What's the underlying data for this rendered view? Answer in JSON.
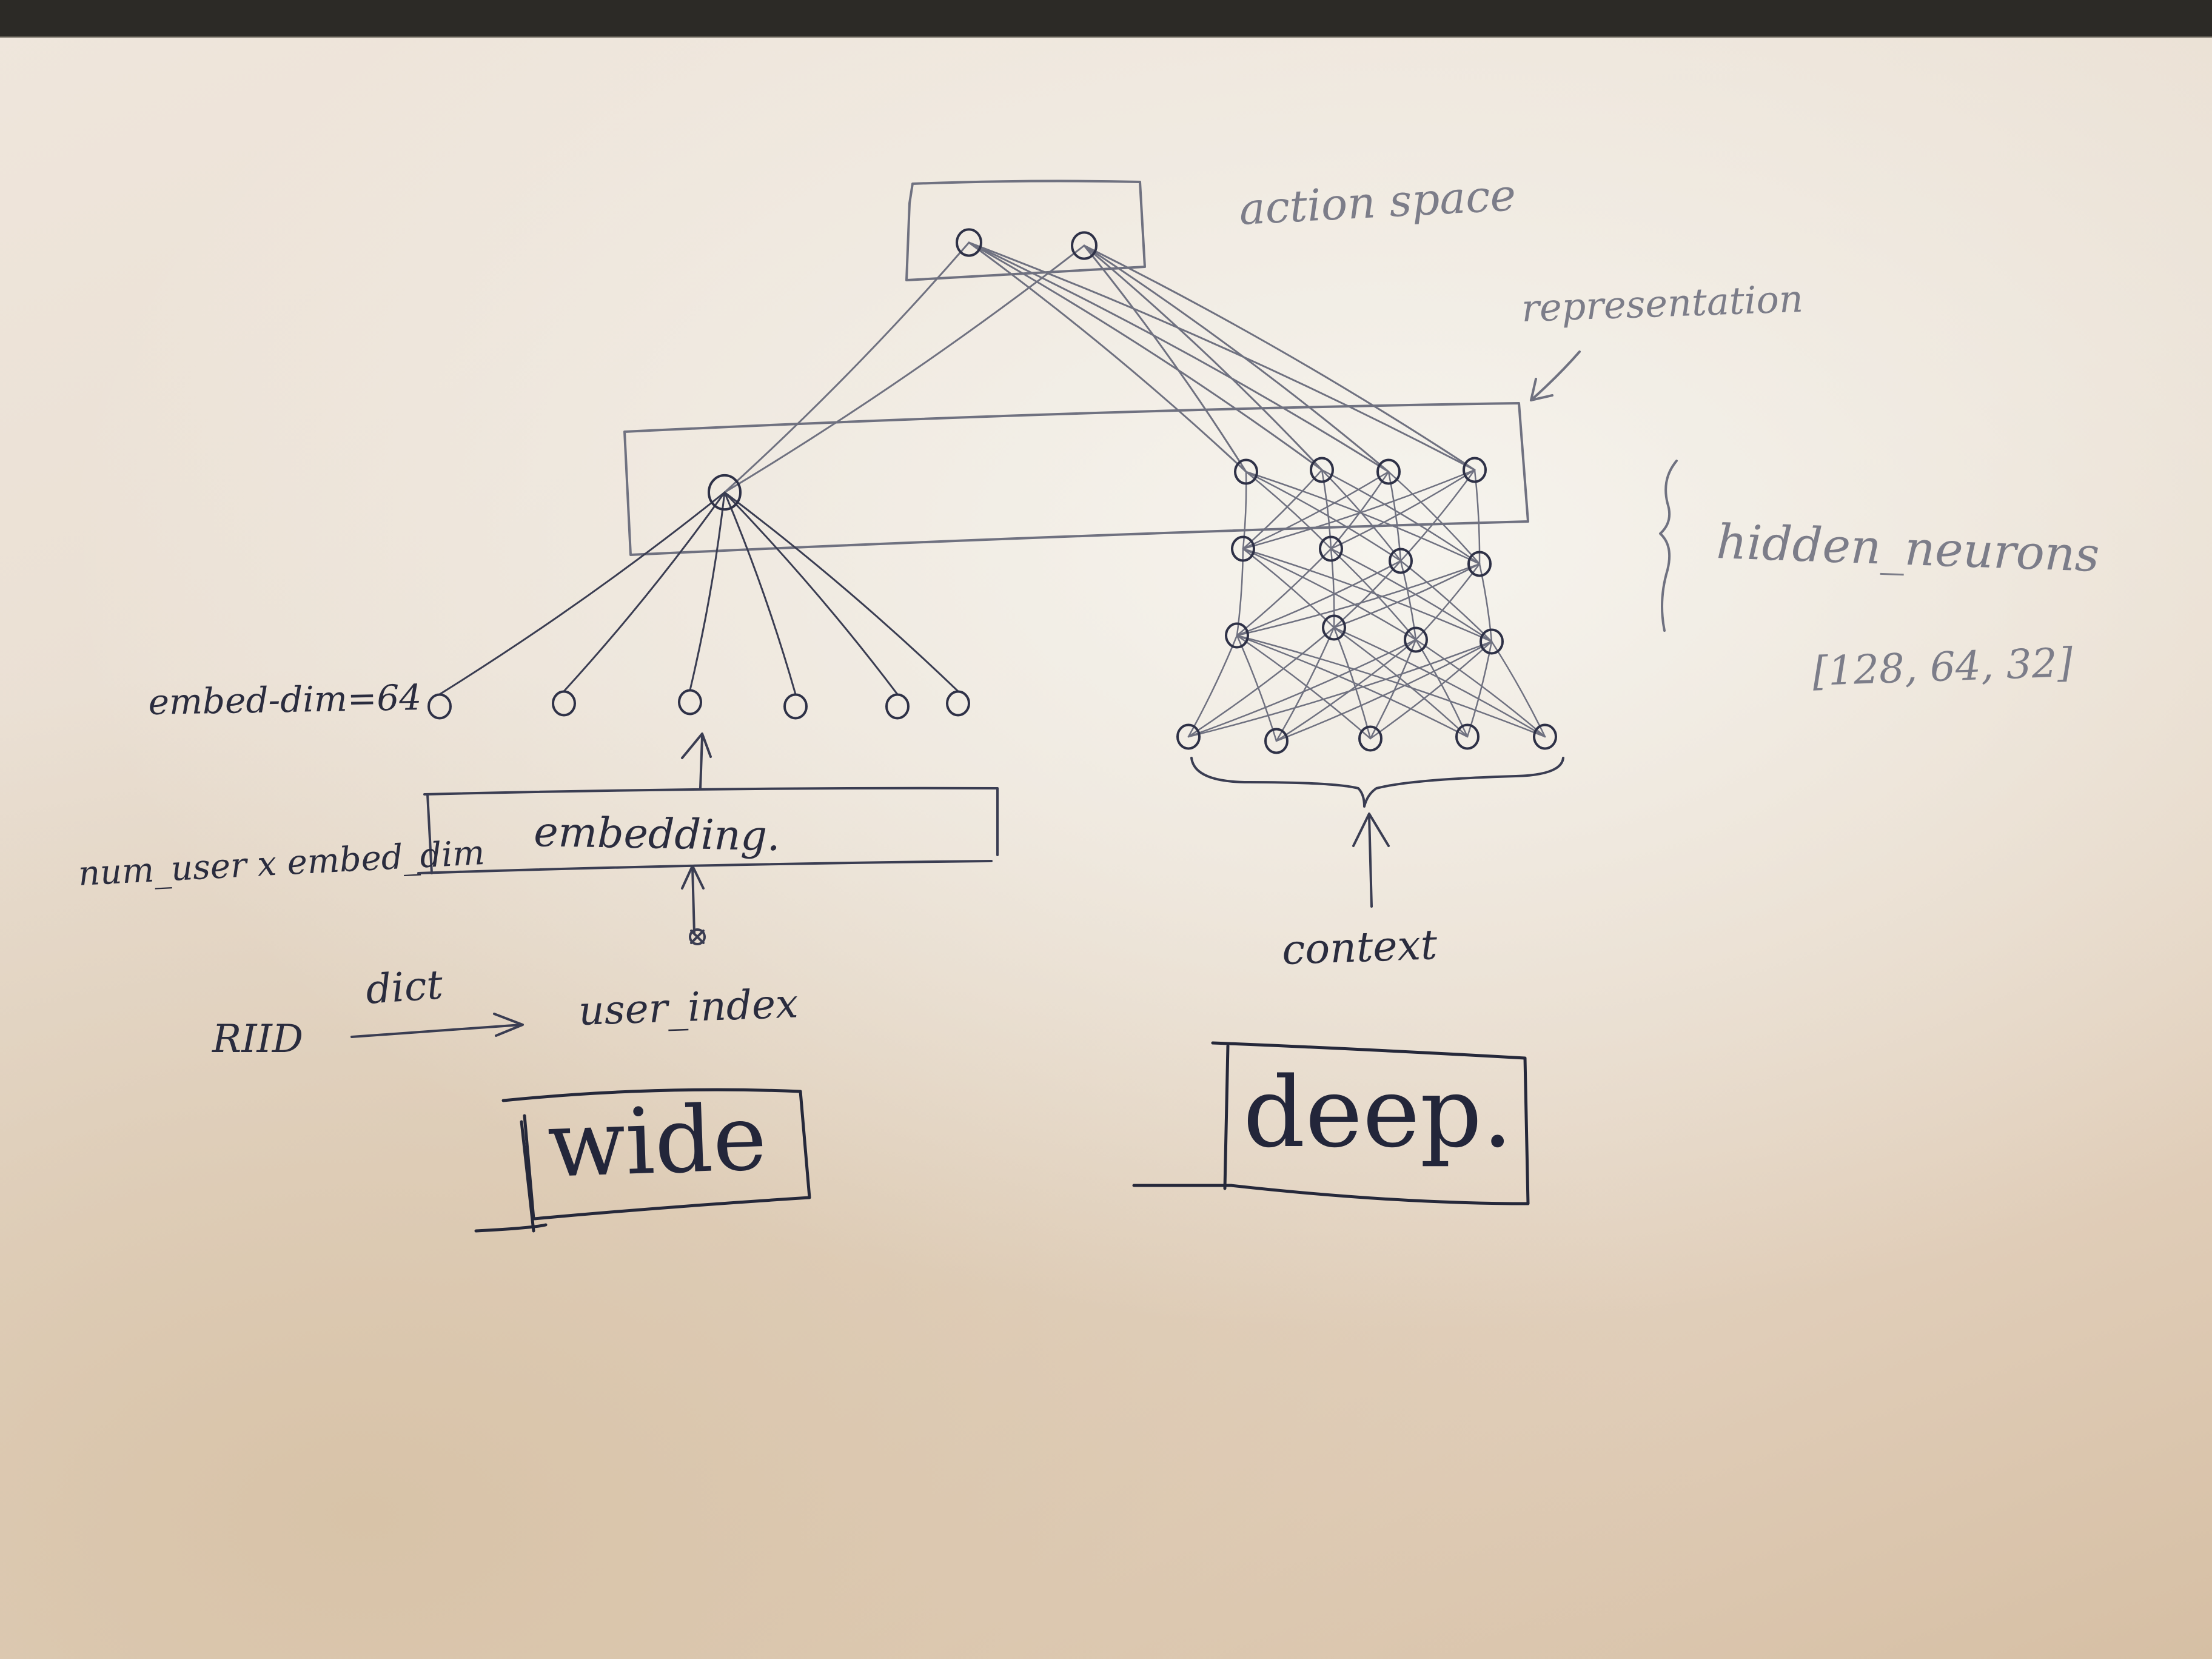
{
  "labels": {
    "action_space": "action space",
    "representation": "representation",
    "hidden_neurons": "hidden_neurons",
    "hidden_sizes": "[128, 64, 32]",
    "embed_dim": "embed-dim=64",
    "embedding": "embedding.",
    "num_user": "num_user x embed_dim",
    "user_index": "user_index",
    "riid": "RIID",
    "dict": "dict",
    "wide": "wide",
    "deep": "deep.",
    "context": "context"
  },
  "colors": {
    "ink": "#3a3d52",
    "pencil": "#6f7180",
    "paper": "#ece3d8"
  }
}
